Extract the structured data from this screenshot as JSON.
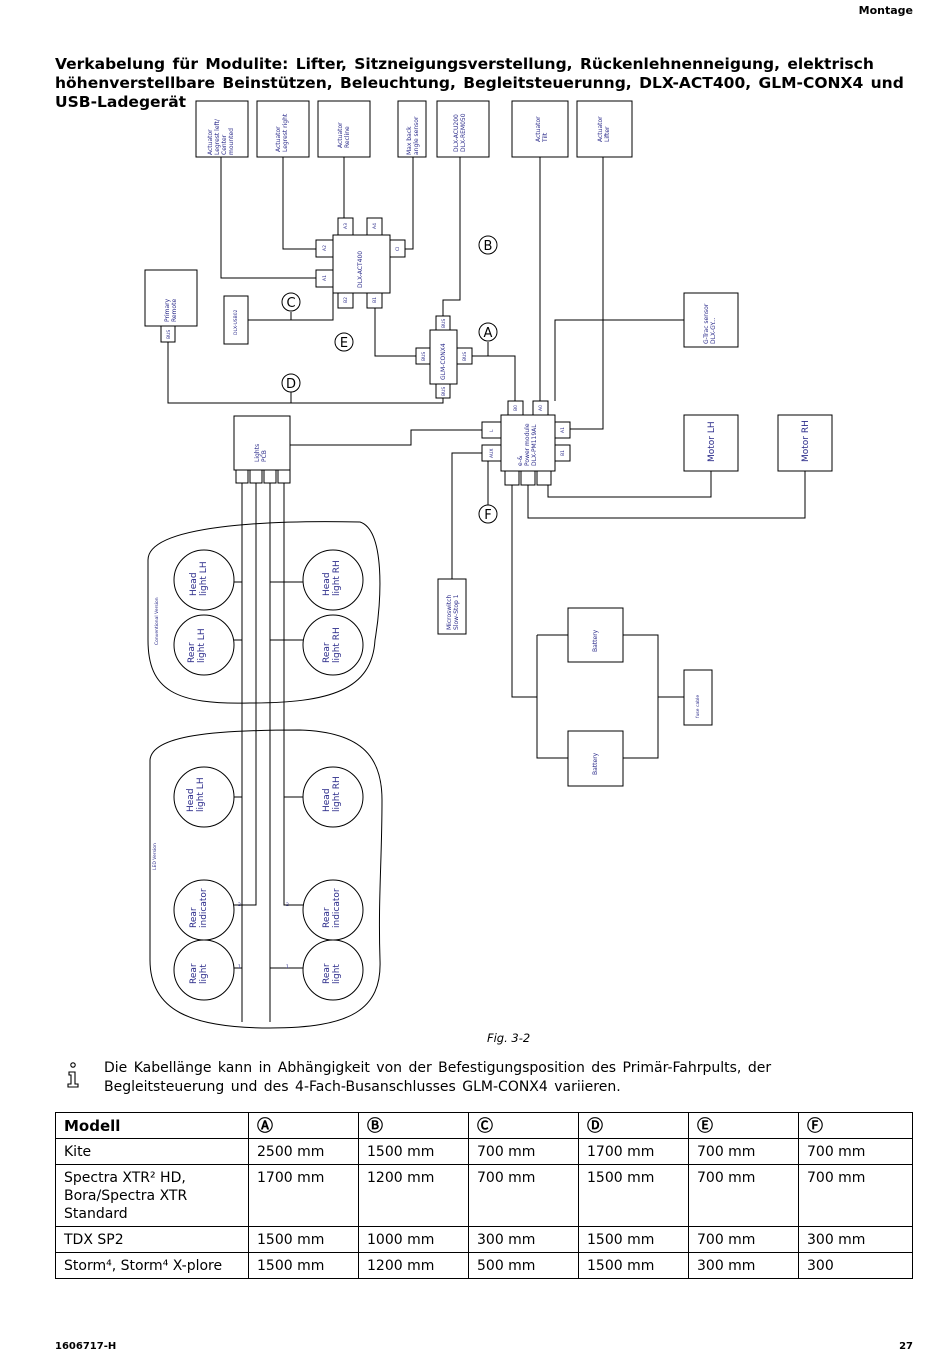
{
  "header": {
    "section": "Montage"
  },
  "title": "Verkabelung für Modulite: Lifter, Sitzneigungsverstellung, Rückenlehnenneigung, elektrisch höhenverstellbare Beinstützen, Beleuchtung, Begleitsteuerunng, DLX-ACT400, GLM-CONX4 und USB-Ladegerät",
  "diagram": {
    "actuator_legrest_left": [
      "Actuator",
      "Legrest left/",
      "Center",
      "mounted"
    ],
    "actuator_legrest_right": [
      "Actuator",
      "Legrest right"
    ],
    "actuator_recline": [
      "Actuator",
      "Recline"
    ],
    "max_back_sensor": [
      "Max back",
      "angle sensor"
    ],
    "acu": [
      "DLX-ACU200",
      "DLX-REM050"
    ],
    "actuator_tilt": [
      "Actuator",
      "Tilt"
    ],
    "actuator_lifter": [
      "Actuator",
      "Lifter"
    ],
    "primary_remote": [
      "Primary",
      "Remote"
    ],
    "bus_label": "BUS",
    "usb_module": "DLX-USB02",
    "act400": "DLX-ACT400",
    "act400_pins": {
      "a1": "A1",
      "a2": "A2",
      "a3": "A3",
      "a4": "A4",
      "b1": "B1",
      "b2": "B2",
      "ci": "CI"
    },
    "conx4": "GLM-CONX4",
    "gtrac": [
      "G-Trac sensor",
      "DLX-GY..."
    ],
    "power_module": [
      "e-&",
      "Power module",
      "DLX-PM119AL"
    ],
    "power_pins": {
      "b0": "B0",
      "a0": "A0",
      "l": "L",
      "aux": "AUX",
      "a1": "A1",
      "b1": "B1"
    },
    "motor_lh": "Motor LH",
    "motor_rh": "Motor RH",
    "lights_pcb": [
      "Lights",
      "PCB"
    ],
    "microswitch": [
      "Microswitch",
      "Slow-Stop 1"
    ],
    "battery": "Battery",
    "fuse": "fuse cable",
    "conventional_version": "Conventional Version",
    "led_version": "LED Version",
    "conv_head_lh": [
      "Head",
      "light LH"
    ],
    "conv_head_rh": [
      "Head",
      "light RH"
    ],
    "conv_rear_lh": [
      "Rear",
      "light LH"
    ],
    "conv_rear_rh": [
      "Rear",
      "light RH"
    ],
    "led_head_lh": [
      "Head",
      "light LH"
    ],
    "led_head_rh": [
      "Head",
      "light RH"
    ],
    "led_rear_ind_l": [
      "Rear",
      "indicator"
    ],
    "led_rear_ind_r": [
      "Rear",
      "indicator"
    ],
    "led_rear_l": [
      "Rear",
      "light"
    ],
    "led_rear_r": [
      "Rear",
      "light"
    ],
    "pin_one": "1",
    "pin_two": "2",
    "markers": {
      "a": "A",
      "b": "B",
      "c": "C",
      "d": "D",
      "e": "E",
      "f": "F"
    }
  },
  "figure_caption": "Fig. 3-2",
  "note": "Die Kabellänge kann in Abhängigkeit von der Befestigungsposition des Primär-Fahrpults, der Begleitsteuerung und des 4-Fach-Busanschlusses GLM-CONX4 variieren.",
  "table": {
    "headers": [
      "Modell",
      "Ⓐ",
      "Ⓑ",
      "Ⓒ",
      "Ⓓ",
      "Ⓔ",
      "Ⓕ"
    ],
    "rows": [
      {
        "model": "Kite",
        "a": "2500 mm",
        "b": "1500 mm",
        "c": "700 mm",
        "d": "1700 mm",
        "e": "700 mm",
        "f": "700 mm"
      },
      {
        "model": "Spectra XTR² HD, Bora/Spectra XTR Standard",
        "a": "1700 mm",
        "b": "1200 mm",
        "c": "700 mm",
        "d": "1500 mm",
        "e": "700 mm",
        "f": "700 mm"
      },
      {
        "model": "TDX SP2",
        "a": "1500 mm",
        "b": "1000 mm",
        "c": "300 mm",
        "d": "1500 mm",
        "e": "700 mm",
        "f": "300 mm"
      },
      {
        "model": "Storm⁴, Storm⁴ X-plore",
        "a": "1500 mm",
        "b": "1200 mm",
        "c": "500 mm",
        "d": "1500 mm",
        "e": "300 mm",
        "f": "300"
      }
    ]
  },
  "footer": {
    "doc_number": "1606717-H",
    "page": "27"
  }
}
